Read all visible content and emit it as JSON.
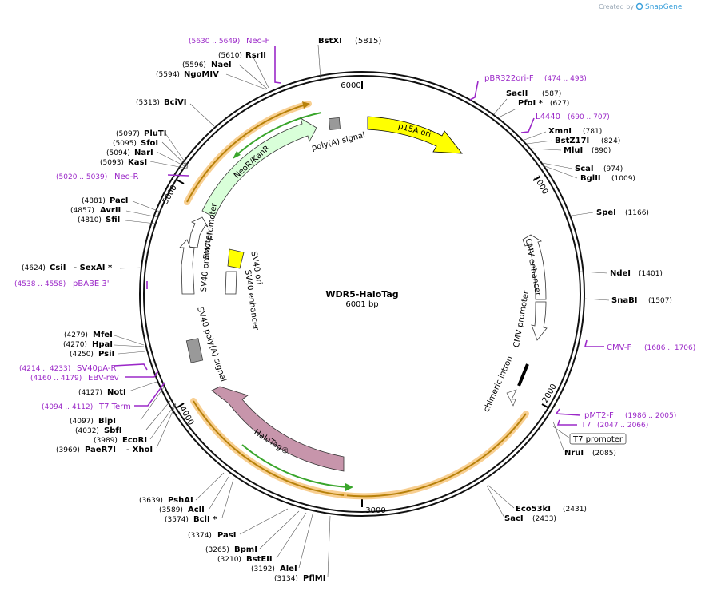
{
  "credit": "Created by",
  "brand": "SnapGene",
  "plasmid": {
    "name": "WDR5-HaloTag",
    "size": "6001 bp"
  },
  "ticks": [
    "1000",
    "2000",
    "3000",
    "4000",
    "5000",
    "6000"
  ],
  "sites": [
    {
      "name": "BstXI",
      "pos": "(5815)"
    },
    {
      "name": "RsrII",
      "pos": "(5610)"
    },
    {
      "name": "NaeI",
      "pos": "(5596)"
    },
    {
      "name": "NgoMIV",
      "pos": "(5594)"
    },
    {
      "name": "BciVI",
      "pos": "(5313)"
    },
    {
      "name": "PluTI",
      "pos": "(5097)"
    },
    {
      "name": "SfoI",
      "pos": "(5095)"
    },
    {
      "name": "NarI",
      "pos": "(5094)"
    },
    {
      "name": "KasI",
      "pos": "(5093)"
    },
    {
      "name": "PacI",
      "pos": "(4881)"
    },
    {
      "name": "AvrII",
      "pos": "(4857)"
    },
    {
      "name": "SfiI",
      "pos": "(4810)"
    },
    {
      "name": "CsiI",
      "pos": "(4624)",
      "extra": "- SexAI *"
    },
    {
      "name": "MfeI",
      "pos": "(4279)"
    },
    {
      "name": "HpaI",
      "pos": "(4270)"
    },
    {
      "name": "PsiI",
      "pos": "(4250)"
    },
    {
      "name": "NotI",
      "pos": "(4127)"
    },
    {
      "name": "BlpI",
      "pos": "(4097)"
    },
    {
      "name": "SbfI",
      "pos": "(4032)"
    },
    {
      "name": "EcoRI",
      "pos": "(3989)"
    },
    {
      "name": "PaeR7I",
      "pos": "(3969)",
      "extra": "- XhoI"
    },
    {
      "name": "PshAI",
      "pos": "(3639)"
    },
    {
      "name": "AclI",
      "pos": "(3589)"
    },
    {
      "name": "BclI *",
      "pos": "(3574)"
    },
    {
      "name": "PasI",
      "pos": "(3374)"
    },
    {
      "name": "BpmI",
      "pos": "(3265)"
    },
    {
      "name": "BstEII",
      "pos": "(3210)"
    },
    {
      "name": "AleI",
      "pos": "(3192)"
    },
    {
      "name": "PflMI",
      "pos": "(3134)"
    },
    {
      "name": "SacII",
      "pos": "(587)"
    },
    {
      "name": "PfoI *",
      "pos": "(627)"
    },
    {
      "name": "XmnI",
      "pos": "(781)"
    },
    {
      "name": "BstZ17I",
      "pos": "(824)"
    },
    {
      "name": "MluI",
      "pos": "(890)"
    },
    {
      "name": "ScaI",
      "pos": "(974)"
    },
    {
      "name": "BglII",
      "pos": "(1009)"
    },
    {
      "name": "SpeI",
      "pos": "(1166)"
    },
    {
      "name": "NdeI",
      "pos": "(1401)"
    },
    {
      "name": "SnaBI",
      "pos": "(1507)"
    },
    {
      "name": "NruI",
      "pos": "(2085)"
    },
    {
      "name": "Eco53kI",
      "pos": "(2431)"
    },
    {
      "name": "SacI",
      "pos": "(2433)"
    }
  ],
  "primers": [
    {
      "name": "Neo-F",
      "range": "(5630 .. 5649)"
    },
    {
      "name": "Neo-R",
      "range": "(5020 .. 5039)"
    },
    {
      "name": "pBABE 3'",
      "range": "(4538 .. 4558)"
    },
    {
      "name": "SV40pA-R",
      "range": "(4214 .. 4233)"
    },
    {
      "name": "EBV-rev",
      "range": "(4160 .. 4179)"
    },
    {
      "name": "T7 Term",
      "range": "(4094 .. 4112)"
    },
    {
      "name": "pBR322ori-F",
      "range": "(474 .. 493)"
    },
    {
      "name": "L4440",
      "range": "(690 .. 707)"
    },
    {
      "name": "CMV-F",
      "range": "(1686 .. 1706)"
    },
    {
      "name": "pMT2-F",
      "range": "(1986 .. 2005)"
    },
    {
      "name": "T7",
      "range": "(2047 .. 2066)"
    }
  ],
  "features": {
    "p15a": "p15A ori",
    "polya": "poly(A) signal",
    "neo": "NeoR/KanR",
    "em7": "EM7 promoter",
    "sv40p": "SV40 promoter",
    "sv40ori": "SV40 ori",
    "sv40enh": "SV40 enhancer",
    "sv40pa": "SV40 poly(A) signal",
    "cmvenh": "CMV enhancer",
    "cmvp": "CMV promoter",
    "intron": "chimeric intron",
    "t7p": "T7 promoter",
    "halo": "HaloTag®"
  },
  "colors": {
    "p15a": "#ffff00",
    "neo": "#d9ffd9",
    "halo": "#c795ab",
    "polya": "#999999",
    "sv40ori": "#ffff00",
    "primer": "#9b28c8",
    "orf_glow": "#f7c77e",
    "orf_line": "#b7810a",
    "green_line": "#3aa62c"
  }
}
